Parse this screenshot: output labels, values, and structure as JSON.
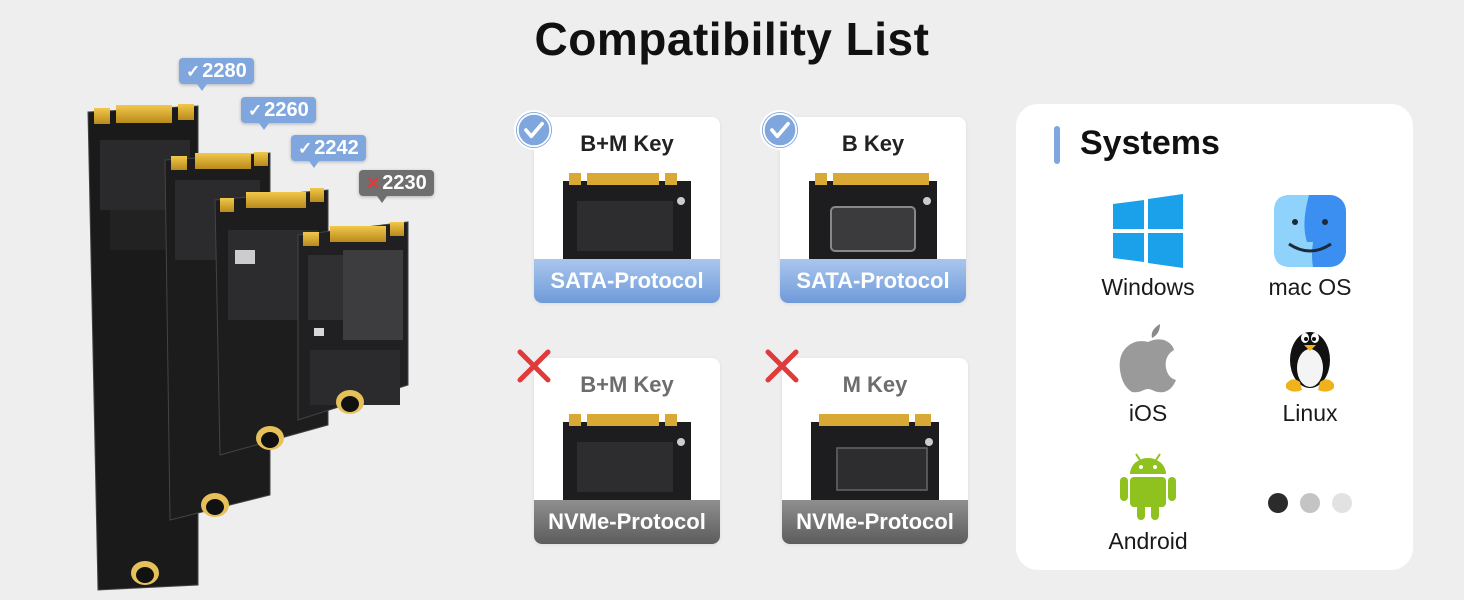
{
  "title": "Compatibility List",
  "sizes": [
    {
      "label": "2280",
      "supported": true
    },
    {
      "label": "2260",
      "supported": true
    },
    {
      "label": "2242",
      "supported": true
    },
    {
      "label": "2230",
      "supported": false
    }
  ],
  "keys": [
    {
      "key": "B+M Key",
      "protocol": "SATA-Protocol",
      "supported": true
    },
    {
      "key": "B Key",
      "protocol": "SATA-Protocol",
      "supported": true
    },
    {
      "key": "B+M Key",
      "protocol": "NVMe-Protocol",
      "supported": false
    },
    {
      "key": "M Key",
      "protocol": "NVMe-Protocol",
      "supported": false
    }
  ],
  "systems": {
    "title": "Systems",
    "items": [
      {
        "label": "Windows",
        "icon": "windows-icon"
      },
      {
        "label": "mac OS",
        "icon": "macos-finder-icon"
      },
      {
        "label": "iOS",
        "icon": "apple-icon"
      },
      {
        "label": "Linux",
        "icon": "linux-tux-icon"
      },
      {
        "label": "Android",
        "icon": "android-icon"
      }
    ]
  },
  "colors": {
    "accent": "#7fa7de",
    "unsupported": "#e03a3a",
    "nvme_gray": "#6f6f70"
  }
}
